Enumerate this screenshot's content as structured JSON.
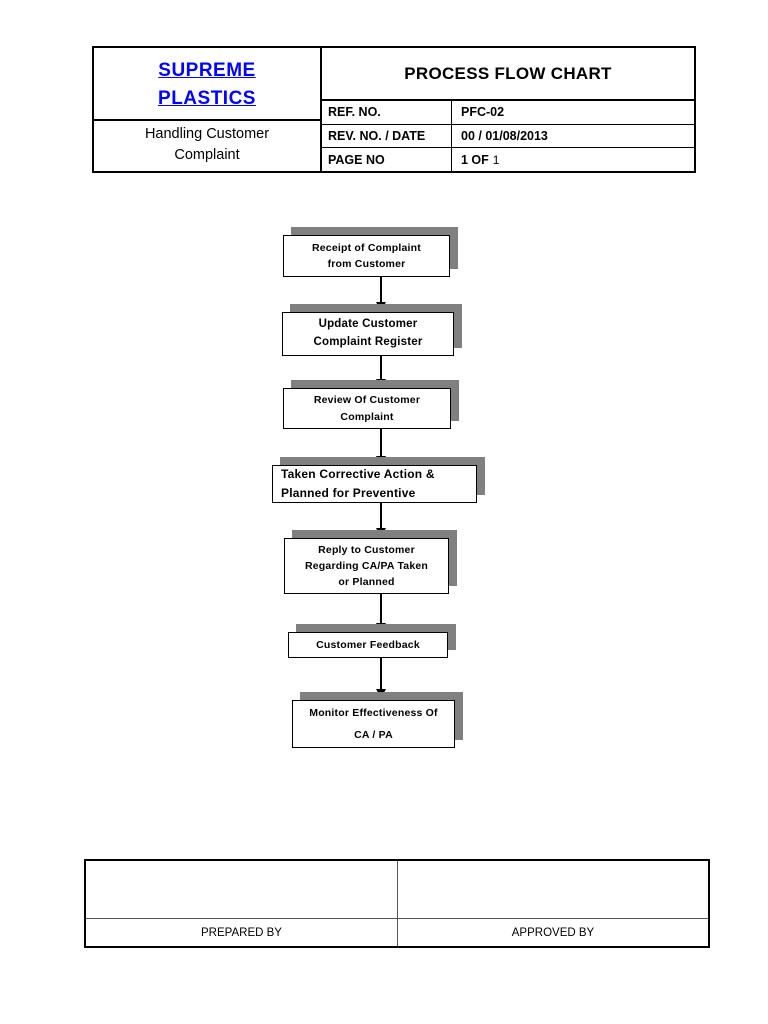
{
  "document": {
    "company_name_line1": "SUPREME",
    "company_name_line2": "PLASTICS",
    "company_color": "#0000FF",
    "doc_title_line1": "Handling Customer",
    "doc_title_line2": "Complaint",
    "main_title": "PROCESS FLOW CHART",
    "meta": [
      {
        "key": "REF. NO.",
        "value": "PFC-02"
      },
      {
        "key": "REV. NO. / DATE",
        "value": "00 / 01/08/2013"
      },
      {
        "key": "PAGE NO",
        "value": "1 OF",
        "suffix": "1"
      }
    ]
  },
  "chart_data": {
    "type": "flowchart",
    "title": "PROCESS FLOW CHART",
    "orientation": "top-to-bottom",
    "connector": "arrow",
    "node_style": {
      "shape": "rectangle",
      "fill": "#FFFFFF",
      "border": "#000000",
      "shadow": "#808080",
      "shadow_offset": "right-up"
    },
    "nodes": [
      {
        "id": "n1",
        "label_line1": "Receipt of Complaint",
        "label_line2": "from Customer",
        "align": "center"
      },
      {
        "id": "n2",
        "label_line1": "Update Customer",
        "label_line2": "Complaint Register",
        "align": "center"
      },
      {
        "id": "n3",
        "label_line1": "Review Of Customer",
        "label_line2": "Complaint",
        "align": "center"
      },
      {
        "id": "n4",
        "label_line1": "Taken Corrective Action &",
        "label_line2": "Planned for Preventive",
        "align": "left"
      },
      {
        "id": "n5",
        "label_line1": "Reply to Customer",
        "label_line2": "Regarding CA/PA Taken",
        "label_line3": "or Planned",
        "align": "center"
      },
      {
        "id": "n6",
        "label_line1": "Customer Feedback",
        "align": "center"
      },
      {
        "id": "n7",
        "label_line1": "Monitor Effectiveness Of",
        "label_line2": "CA /   PA",
        "align": "center"
      }
    ],
    "edges": [
      {
        "from": "n1",
        "to": "n2"
      },
      {
        "from": "n2",
        "to": "n3"
      },
      {
        "from": "n3",
        "to": "n4"
      },
      {
        "from": "n4",
        "to": "n5"
      },
      {
        "from": "n5",
        "to": "n6"
      },
      {
        "from": "n6",
        "to": "n7"
      }
    ]
  },
  "footer": {
    "prepared_by": "PREPARED BY",
    "approved_by": "APPROVED BY"
  }
}
